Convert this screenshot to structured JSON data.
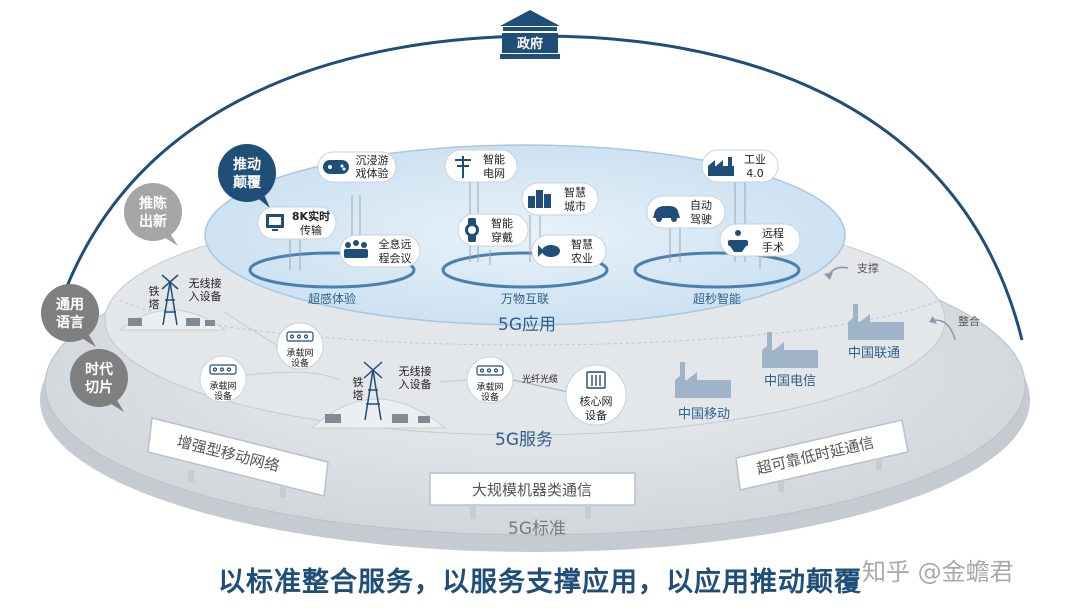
{
  "top": {
    "government": "政府"
  },
  "bubbles": {
    "overturn": [
      "推动",
      "颠覆"
    ],
    "renew": [
      "推陈",
      "出新"
    ],
    "common": [
      "通用",
      "语言"
    ],
    "slice": [
      "时代",
      "切片"
    ]
  },
  "apps": {
    "vr_game": [
      "沉浸游",
      "戏体验"
    ],
    "grid": [
      "智能",
      "电网"
    ],
    "industry": [
      "工业",
      "4.0"
    ],
    "video8k": [
      "8K实时",
      "传输"
    ],
    "city": [
      "智慧",
      "城市"
    ],
    "drive": [
      "自动",
      "驾驶"
    ],
    "holo": [
      "全息远",
      "程会议"
    ],
    "wear": [
      "智能",
      "穿戴"
    ],
    "agri": [
      "智慧",
      "农业"
    ],
    "surgery": [
      "远程",
      "手术"
    ]
  },
  "rings": {
    "left": "超感体验",
    "mid": "万物互联",
    "right": "超秒智能"
  },
  "layers": {
    "app": "5G应用",
    "service": "5G服务",
    "standard": "5G标准"
  },
  "arrows": {
    "support": "支撑",
    "integrate": "整合"
  },
  "operators": {
    "unicom": "中国联通",
    "telecom": "中国电信",
    "mobile": "中国移动"
  },
  "service_items": {
    "wireless1": [
      "无线接",
      "入设备"
    ],
    "tower1": [
      "铁",
      "塔"
    ],
    "bearer_a": [
      "承载网",
      "设备"
    ],
    "bearer_b": [
      "承载网",
      "设备"
    ],
    "wireless2": [
      "无线接",
      "入设备"
    ],
    "tower2": [
      "铁",
      "塔"
    ],
    "bearer_c": [
      "承载网",
      "设备"
    ],
    "fiber": "光纤光缆",
    "core": [
      "核心网",
      "设备"
    ]
  },
  "signs": {
    "embb": "增强型移动网络",
    "mmtc": "大规模机器类通信",
    "urllc": "超可靠低时延通信"
  },
  "caption": "以标准整合服务，以服务支撑应用，以应用推动颠覆",
  "watermark": "知乎 @金蟾君",
  "colors": {
    "navy": "#1f4e79",
    "gray_bubble": "#7f7f7f",
    "disc": "#d9dde2",
    "app_disc": "#d6e8f4",
    "ring": "#4a7fae"
  }
}
